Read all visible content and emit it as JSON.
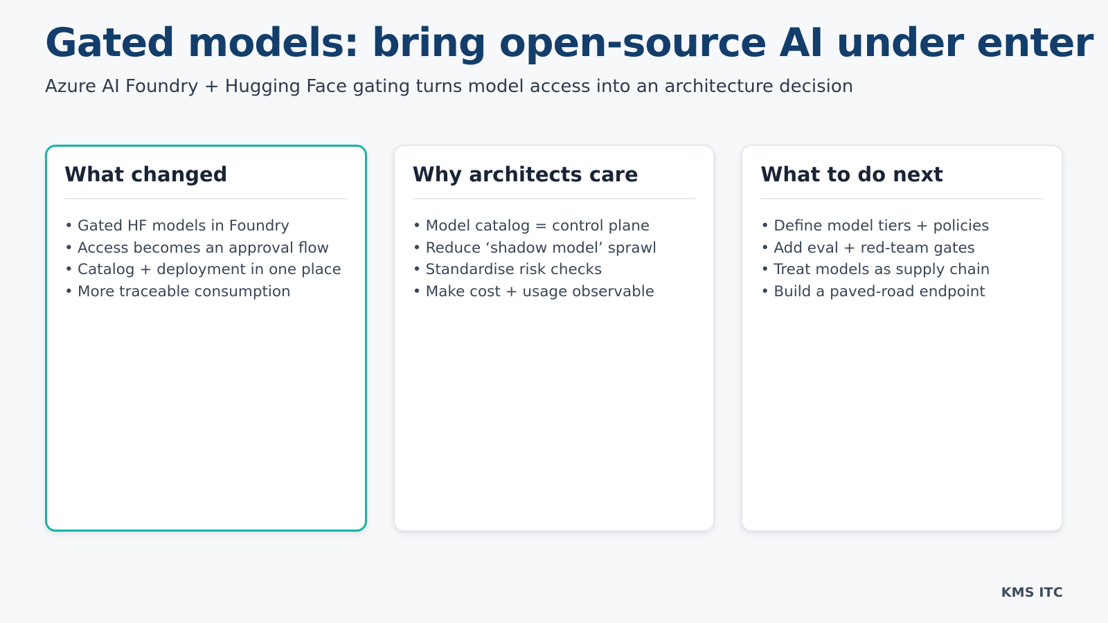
{
  "header": {
    "title": "Gated models: bring open-source AI under enter",
    "subtitle": "Azure AI Foundry + Hugging Face gating turns model access into an architecture decision"
  },
  "cards": [
    {
      "title": "What changed",
      "highlighted": true,
      "bullets": [
        "Gated HF models in Foundry",
        "Access becomes an approval flow",
        "Catalog + deployment in one place",
        "More traceable consumption"
      ]
    },
    {
      "title": "Why architects care",
      "highlighted": false,
      "bullets": [
        "Model catalog = control plane",
        "Reduce ‘shadow model’ sprawl",
        "Standardise risk checks",
        "Make cost + usage observable"
      ]
    },
    {
      "title": "What to do next",
      "highlighted": false,
      "bullets": [
        "Define model tiers + policies",
        "Add eval + red-team gates",
        "Treat models as supply chain",
        "Build a paved-road endpoint"
      ]
    }
  ],
  "footer": {
    "label": "KMS ITC"
  },
  "colors": {
    "page_background": "#f7f8fa",
    "title_navy": "#133e6b",
    "subtitle_slate": "#2f3b4d",
    "card_heading": "#1b2436",
    "body_text": "#3a4657",
    "card_border": "#e4e8ef",
    "accent_teal_border": "#14b5a6",
    "divider": "#e5e9f0",
    "footer_text": "#3d4a5c"
  }
}
